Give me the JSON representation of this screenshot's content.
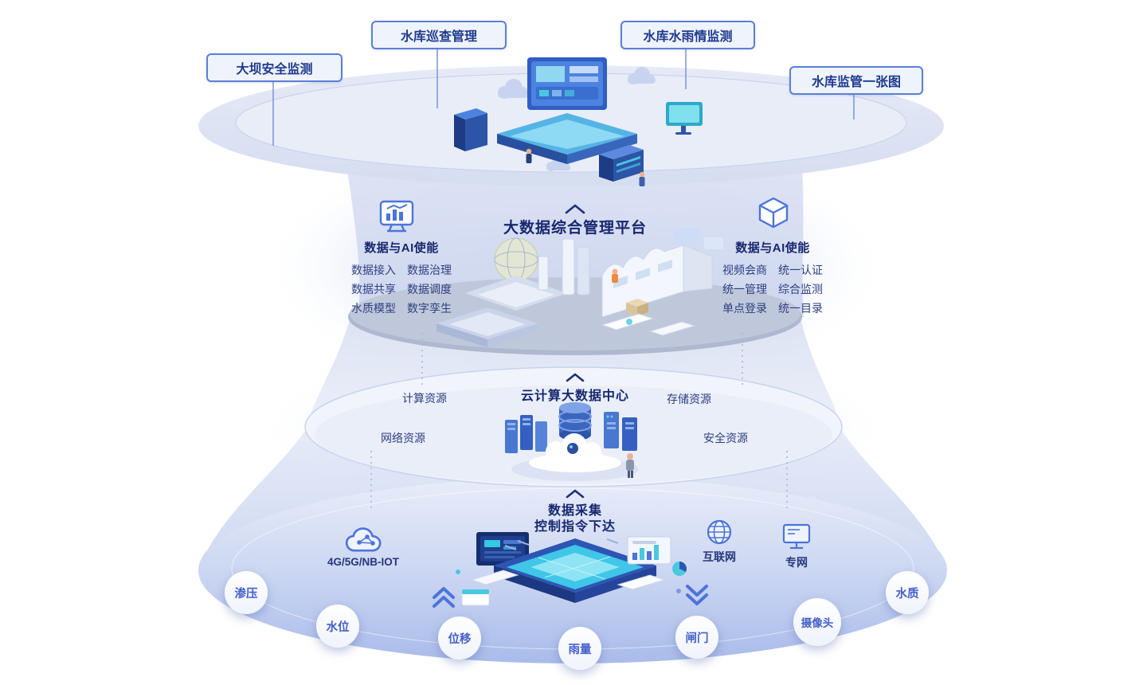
{
  "colors": {
    "accent_blue": "#4c74d9",
    "dark_navy_text": "#17276f",
    "body_text": "#2e3f80",
    "box_border": "#5b7fd6",
    "layer_fill_light": "#e7ebf8",
    "platform_gray": "#aeb8ce",
    "bottom_fill": "#aebfec",
    "bubble_text": "#4460cb",
    "teal_screen": "#3fc6e8"
  },
  "top_applications": {
    "labels": [
      {
        "label": "大坝安全监测"
      },
      {
        "label": "水库巡查管理"
      },
      {
        "label": "水库水雨情监测"
      },
      {
        "label": "水库监管一张图"
      }
    ]
  },
  "platform_layer": {
    "title": "大数据综合管理平台",
    "left_panel": {
      "icon": "monitor-chart-icon",
      "title": "数据与AI使能",
      "rows": [
        {
          "c1": "数据接入",
          "c2": "数据治理"
        },
        {
          "c1": "数据共享",
          "c2": "数据调度"
        },
        {
          "c1": "水质模型",
          "c2": "数字孪生"
        }
      ]
    },
    "right_panel": {
      "icon": "cube-icon",
      "title": "数据与AI使能",
      "rows": [
        {
          "c1": "视频会商",
          "c2": "统一认证"
        },
        {
          "c1": "统一管理",
          "c2": "综合监测"
        },
        {
          "c1": "单点登录",
          "c2": "统一目录"
        }
      ]
    }
  },
  "cloud_layer": {
    "title": "云计算大数据中心",
    "resources": [
      {
        "label": "计算资源"
      },
      {
        "label": "存储资源"
      },
      {
        "label": "网络资源"
      },
      {
        "label": "安全资源"
      }
    ]
  },
  "collection_layer": {
    "title_line1": "数据采集",
    "title_line2": "控制指令下达",
    "networks": [
      {
        "icon": "cloud-iot-icon",
        "label": "4G/5G/NB-IOT"
      },
      {
        "icon": "globe-icon",
        "label": "互联网"
      },
      {
        "icon": "desktop-icon",
        "label": "专网"
      }
    ],
    "sensors": [
      {
        "label": "渗压"
      },
      {
        "label": "水位"
      },
      {
        "label": "位移"
      },
      {
        "label": "雨量"
      },
      {
        "label": "闸门"
      },
      {
        "label": "摄像头"
      },
      {
        "label": "水质"
      }
    ]
  }
}
